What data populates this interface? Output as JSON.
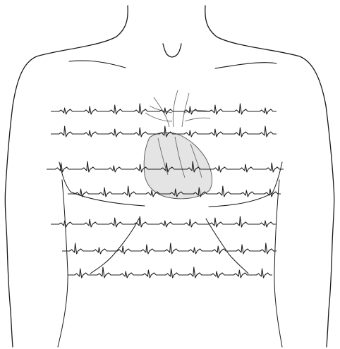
{
  "figure": {
    "colors": {
      "ink": "#1a1a1a",
      "heart_fill": "#e4e4e4",
      "vessel": "#6a6a6a"
    },
    "ecg_rows": [
      {
        "row": 1,
        "beats": 9
      },
      {
        "row": 2,
        "beats": 9
      },
      {
        "row": 3,
        "beats": 9
      },
      {
        "row": 4,
        "beats": 9
      },
      {
        "row": 5,
        "beats": 9
      },
      {
        "row": 6,
        "beats": 9
      },
      {
        "row": 7,
        "beats": 9
      }
    ],
    "icons": [
      "torso-outline",
      "heart-icon",
      "ecg-trace"
    ]
  }
}
